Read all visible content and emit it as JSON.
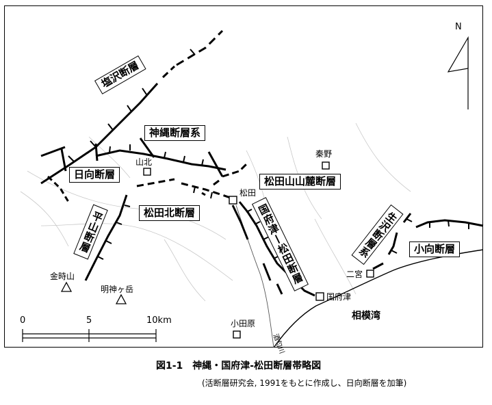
{
  "north_label": "N",
  "fault_labels": {
    "shiozawa": "塩沢断層",
    "kanawa": "神縄断層系",
    "hinata": "日向断層",
    "matsuda_sanroku": "松田山山麓断層",
    "matsuda_kita": "松田北断層",
    "hirayama": "平山断層",
    "kozu_matsuda": "国府津—松田断層",
    "ikusawa": "生沢断層系",
    "komukai": "小向断層"
  },
  "places": {
    "yamakita": "山北",
    "hadano": "秦野",
    "matsuda": "松田",
    "ninomiya": "二宮",
    "kozu": "国府津",
    "odawara": "小田原",
    "kintokisan": "金時山",
    "myojingatake": "明神ヶ岳",
    "sagami_bay": "相模湾",
    "sakawa_river": "酒匂川"
  },
  "scale": {
    "zero": "0",
    "five": "5",
    "ten": "10km"
  },
  "caption": {
    "title": "図1-1　神縄・国府津-松田断層帯略図",
    "source": "(活断層研究会, 1991をもとに作成し、日向断層を加筆)"
  }
}
